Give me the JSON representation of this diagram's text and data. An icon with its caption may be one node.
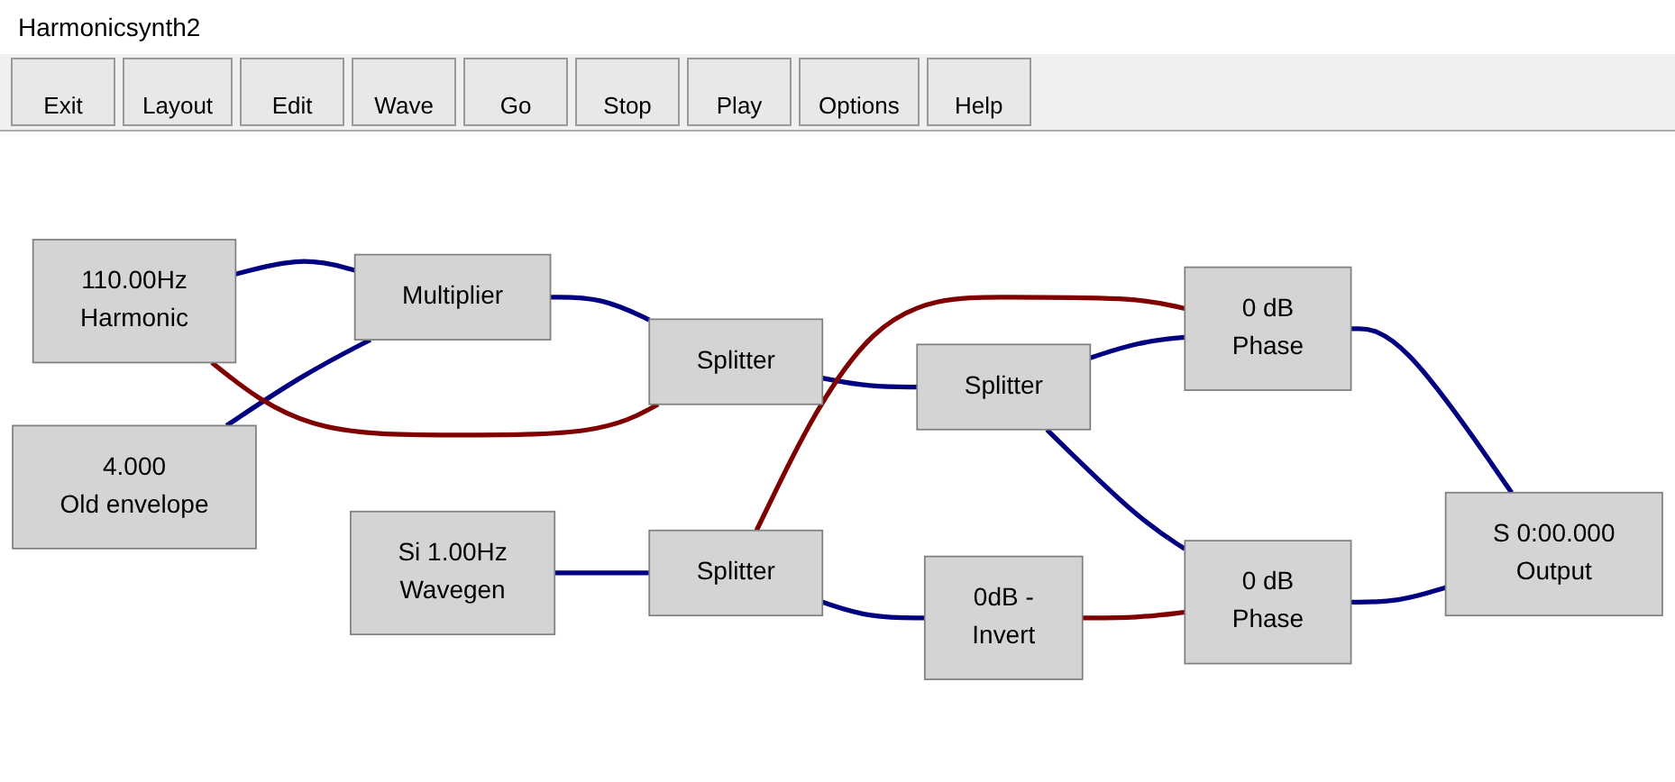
{
  "diagram": {
    "title": "Harmonicsynth2",
    "nodes": [
      {
        "text": [
          "110.00Hz",
          "Harmonic"
        ]
      },
      {
        "text": [
          "4.000",
          "Old envelope"
        ]
      },
      {
        "text": [
          "Multiplier"
        ]
      },
      {
        "text": [
          "Splitter"
        ]
      },
      {
        "text": [
          "Si 1.00Hz",
          "Wavegen"
        ]
      },
      {
        "text": [
          "Splitter"
        ]
      },
      {
        "text": [
          "0 dB",
          "Phase"
        ]
      },
      {
        "text": [
          "S 0:00.000",
          "Output"
        ]
      },
      {
        "text": [
          "Splitter"
        ]
      },
      {
        "text": [
          "0 dB",
          "Phase"
        ]
      },
      {
        "text": [
          "0dB -",
          "Invert"
        ]
      }
    ],
    "edges": [
      {
        "from": 0,
        "to": 2,
        "arrow": "none"
      },
      {
        "from": 1,
        "to": 2,
        "arrow": "none"
      },
      {
        "from": 2,
        "to": 3,
        "arrow": "none"
      },
      {
        "from": 3,
        "to": 0,
        "arrow": "none",
        "color": "#800000"
      },
      {
        "from": 3,
        "to": 8,
        "arrow": "none"
      },
      {
        "from": 4,
        "to": 5,
        "arrow": "none"
      },
      {
        "from": 5,
        "to": 6,
        "arrow": "none",
        "color": "#800000"
      },
      {
        "from": 5,
        "to": 10,
        "arrow": "none"
      },
      {
        "from": 8,
        "to": 6,
        "arrow": "none"
      },
      {
        "from": 8,
        "to": 9,
        "arrow": "none"
      },
      {
        "from": 10,
        "to": 9,
        "arrow": "none",
        "color": "#800000"
      },
      {
        "from": 6,
        "to": 7,
        "arrow": "none"
      },
      {
        "from": 9,
        "to": 7,
        "arrow": "none"
      }
    ],
    "labels": [
      "Exit",
      "Layout",
      "Edit",
      "Wave",
      "Go",
      "Stop",
      "Play",
      "Options",
      "Help"
    ]
  }
}
